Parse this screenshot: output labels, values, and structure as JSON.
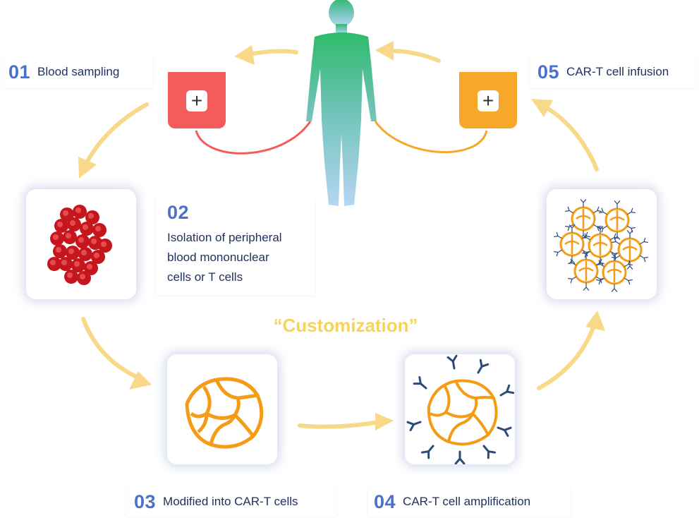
{
  "steps": [
    {
      "num": "01",
      "text": "Blood sampling"
    },
    {
      "num": "02",
      "lines": [
        "Isolation of peripheral",
        "blood mononuclear",
        "cells or T cells"
      ]
    },
    {
      "num": "03",
      "text": "Modified into CAR-T cells"
    },
    {
      "num": "04",
      "text": "CAR-T cell amplification"
    },
    {
      "num": "05",
      "text": "CAR-T cell infusion"
    }
  ],
  "center_label": "“Customization”",
  "bags": {
    "draw_symbol": "+",
    "infuse_symbol": "+"
  },
  "icons": [
    "human-body-icon",
    "blood-bag-icon",
    "car-t-bag-icon",
    "red-blood-cells-icon",
    "t-cell-cluster-icon",
    "car-t-cell-icon",
    "car-t-cell-population-icon",
    "curved-arrow-icon"
  ],
  "colors": {
    "accent_number": "#4b72c8",
    "text": "#1f2f5e",
    "arrow": "#f8d98a",
    "customization": "#f8d35a",
    "draw_bag": "#f65b5b",
    "infuse_bag": "#f7a72a",
    "cell_orange": "#f59c16",
    "blood_red": "#c4161c",
    "antibody": "#2e4a7a",
    "body_top": "#2dbb6a",
    "body_bottom": "#a9cef0"
  }
}
